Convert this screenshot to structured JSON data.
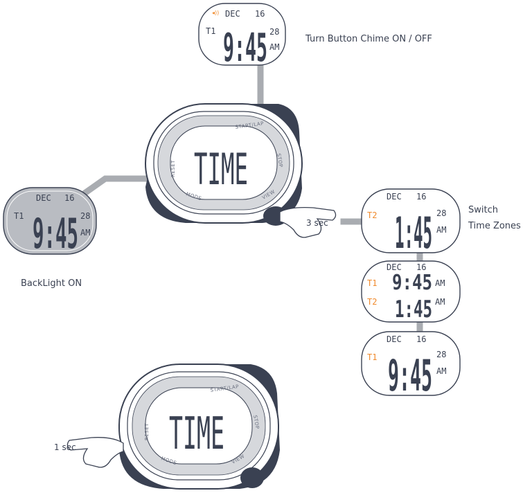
{
  "captions": {
    "chime": "Turn Button Chime ON / OFF",
    "backlight": "BackLight ON",
    "switch_line1": "Switch",
    "switch_line2": "Time Zones",
    "hold_3sec": "3 sec",
    "hold_1sec": "1 sec"
  },
  "watch_face": {
    "main_text": "TIME",
    "start_lap": "START/LAP",
    "stop": "STOP",
    "view": "VIEW",
    "mode": "MODE",
    "reset": "RESET"
  },
  "screens": {
    "chime": {
      "date": "DEC",
      "day": "16",
      "zone": "T1",
      "time": "9:45",
      "seconds": "28",
      "ampm": "AM"
    },
    "backlight": {
      "date": "DEC",
      "day": "16",
      "zone": "T1",
      "time": "9:45",
      "seconds": "28",
      "ampm": "AM"
    },
    "t2": {
      "date": "DEC",
      "day": "16",
      "zone": "T2",
      "time": "1:45",
      "seconds": "28",
      "ampm": "AM"
    },
    "dual": {
      "date": "DEC",
      "day": "16",
      "zone1": "T1",
      "time1": "9:45",
      "ampm1": "AM",
      "zone2": "T2",
      "time2": "1:45",
      "ampm2": "AM"
    },
    "t1": {
      "date": "DEC",
      "day": "16",
      "zone": "T1",
      "time": "9:45",
      "seconds": "28",
      "ampm": "AM"
    }
  },
  "colors": {
    "outline": "#3a4152",
    "connector": "#a9acb1",
    "backlight_fill": "#b9bcc2",
    "zone_accent": "#f08a2c",
    "bezel_ring": "#d6d8dc"
  }
}
